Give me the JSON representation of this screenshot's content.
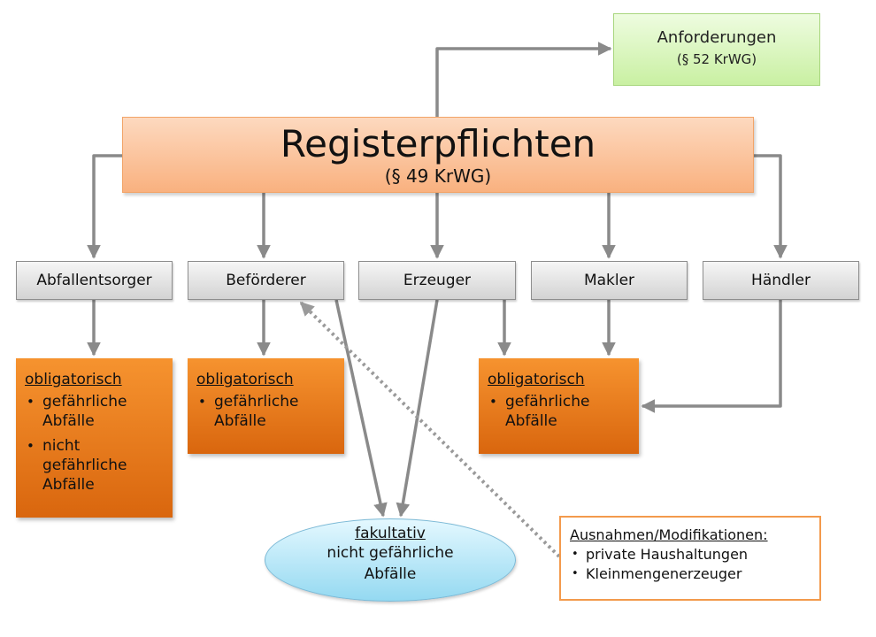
{
  "requirements": {
    "title": "Anforderungen",
    "subtitle": "(§ 52 KrWG)"
  },
  "main": {
    "title": "Registerpflichten",
    "subtitle": "(§ 49 KrWG)"
  },
  "actors": [
    "Abfallentsorger",
    "Beförderer",
    "Erzeuger",
    "Makler",
    "Händler"
  ],
  "obligations": [
    {
      "title": "obligatorisch",
      "items": [
        "gefährliche Abfälle",
        "nicht gefährliche Abfälle"
      ]
    },
    {
      "title": "obligatorisch",
      "items": [
        "gefährliche Abfälle"
      ]
    },
    {
      "title": "obligatorisch",
      "items": [
        "gefährliche Abfälle"
      ]
    }
  ],
  "optional": {
    "title": "fakultativ",
    "line1": "nicht gefährliche",
    "line2": "Abfälle"
  },
  "exceptions": {
    "title": "Ausnahmen/Modifikationen:",
    "items": [
      "private Haushaltungen",
      "Kleinmengenerzeuger"
    ]
  },
  "colors": {
    "arrow": "#8a8a8a",
    "main_fill": "#fbc39c",
    "requirements_fill": "#d8f5b7",
    "obligation_fill": "#ee7d1f",
    "optional_fill": "#b7e7f8",
    "exception_border": "#f39a4c"
  }
}
